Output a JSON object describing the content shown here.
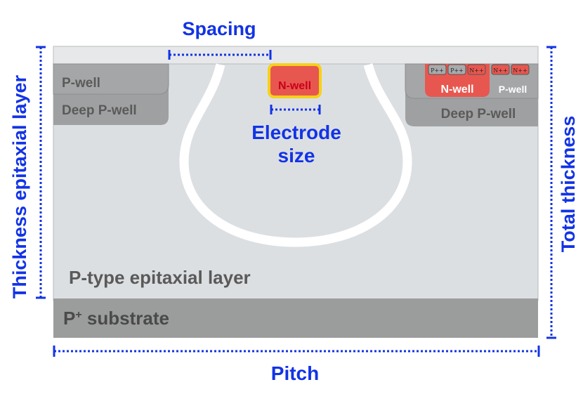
{
  "diagram": {
    "dimensions": {
      "spacing": "Spacing",
      "electrode_line1": "Electrode",
      "electrode_line2": "size",
      "pitch": "Pitch",
      "thickness_epi": "Thickness epitaxial layer",
      "total_thickness": "Total thickness"
    },
    "regions": {
      "p_well_left": "P-well",
      "deep_p_well_left": "Deep P-well",
      "n_well_center": "N-well",
      "n_well_right": "N-well",
      "p_well_right": "P-well",
      "deep_p_well_right": "Deep P-well",
      "epi_layer": "P-type epitaxial layer",
      "substrate_p": "P",
      "substrate_sup": "+",
      "substrate_rest": " substrate"
    },
    "implants": {
      "p_pp_1": "P++",
      "p_pp_2": "P++",
      "n_pp_1": "N++",
      "n_pp_2": "N++",
      "n_pp_3": "N++"
    },
    "colors": {
      "dimension": "#1233e6",
      "n_well": "#e8574f",
      "n_well_border": "#f5d21a",
      "epi": "#dcdfe2",
      "substrate": "#9b9c9c",
      "well": "#9fa0a1"
    }
  }
}
